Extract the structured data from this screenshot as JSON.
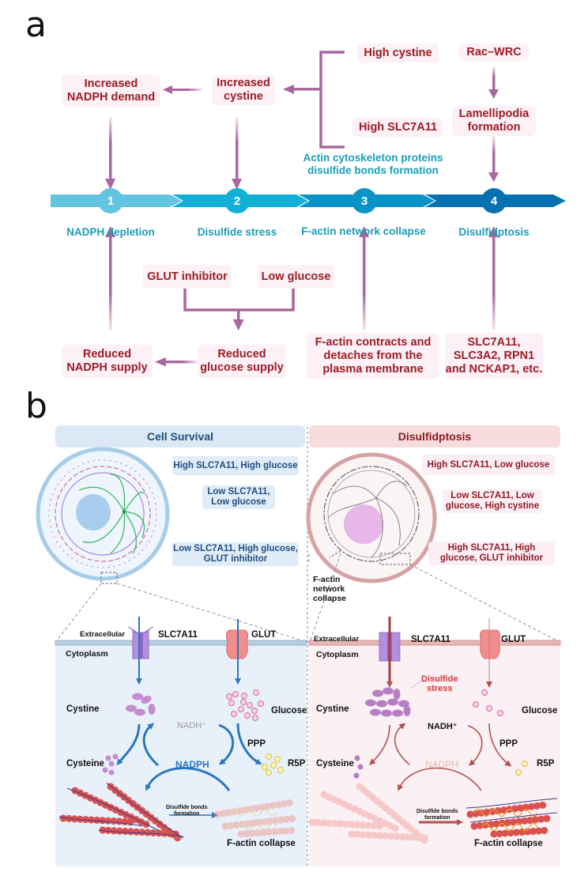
{
  "panel_a": {
    "letter": "a",
    "top_boxes": {
      "increased_nadph_demand": "Increased\nNADPH demand",
      "increased_cystine": "Increased\ncystine",
      "high_cystine": "High cystine",
      "high_slc7a11": "High SLC7A11",
      "rac_wrc": "Rac–WRC",
      "lamellipodia": "Lamellipodia\nformation"
    },
    "actin_note": "Actin cytoskeleton proteins\ndisulfide bonds formation",
    "steps": [
      {
        "number": "1",
        "label": "NADPH depletion",
        "color": "#5fc3df"
      },
      {
        "number": "2",
        "label": "Disulfide stress",
        "color": "#14b1d6"
      },
      {
        "number": "3",
        "label": "F-actin network collapse",
        "color": "#0b93c7"
      },
      {
        "number": "4",
        "label": "Disulfidptosis",
        "color": "#0872b0"
      }
    ],
    "bottom_boxes": {
      "glut_inhibitor": "GLUT inhibitor",
      "low_glucose": "Low glucose",
      "reduced_nadph_supply": "Reduced\nNADPH supply",
      "reduced_glucose_supply": "Reduced\nglucose supply",
      "factin_contracts": "F-actin contracts and\ndetaches from the\nplasma membrane",
      "genes": "SLC7A11,\nSLC3A2, RPN1\nand NCKAP1, etc."
    },
    "colors": {
      "box_text": "#9b1c23",
      "box_bg": "#fdf0f7",
      "arrow": "#a8679f",
      "teal_text": "#1aa1b8"
    }
  },
  "panel_b": {
    "letter": "b",
    "survival": {
      "header": "Cell Survival",
      "conditions": [
        "High SLC7A11, High glucose",
        "Low SLC7A11,\nLow glucose",
        "Low SLC7A11, High glucose,\nGLUT inhibitor"
      ],
      "membrane": {
        "extracellular": "Extracellular",
        "cytoplasm": "Cytoplasm",
        "transporter_1": "SLC7A11",
        "transporter_2": "GLUT"
      },
      "metabolites": {
        "cystine": "Cystine",
        "glucose": "Glucose",
        "nadh": "NADH⁺",
        "ppp": "PPP",
        "cysteine": "Cysteine",
        "nadph": "NADPH",
        "r5p": "R5P"
      },
      "disulfide_label": "Disulfide bonds\nformation",
      "outcome": "F-actin collapse"
    },
    "disulfidptosis": {
      "header": "Disulfidptosis",
      "conditions": [
        "High SLC7A11, Low glucose",
        "Low SLC7A11, Low\nglucose, High cystine",
        "High SLC7A11, High\nglucose, GLUT inhibitor"
      ],
      "cell_note": "F-actin\nnetwork\ncollapse",
      "membrane": {
        "extracellular": "Extracellular",
        "cytoplasm": "Cytoplasm",
        "transporter_1": "SLC7A11",
        "transporter_2": "GLUT"
      },
      "stress_label": "Disulfide\nstress",
      "metabolites": {
        "cystine": "Cystine",
        "glucose": "Glucose",
        "nadh": "NADH⁺",
        "ppp": "PPP",
        "cysteine": "Cysteine",
        "nadph": "NADPH",
        "r5p": "R5P"
      },
      "disulfide_label": "Disulfide bonds\nformation",
      "outcome": "F-actin collapse"
    },
    "colors": {
      "survival_bg": "#e8f1fa",
      "survival_header_bg": "#dbe8f6",
      "survival_text": "#1f4e7e",
      "death_bg": "#fbf0f3",
      "death_header_bg": "#f6dcdc",
      "death_text": "#8e1a22",
      "blue_arrow": "#2b77bf",
      "red_arrow": "#b2524f"
    }
  }
}
